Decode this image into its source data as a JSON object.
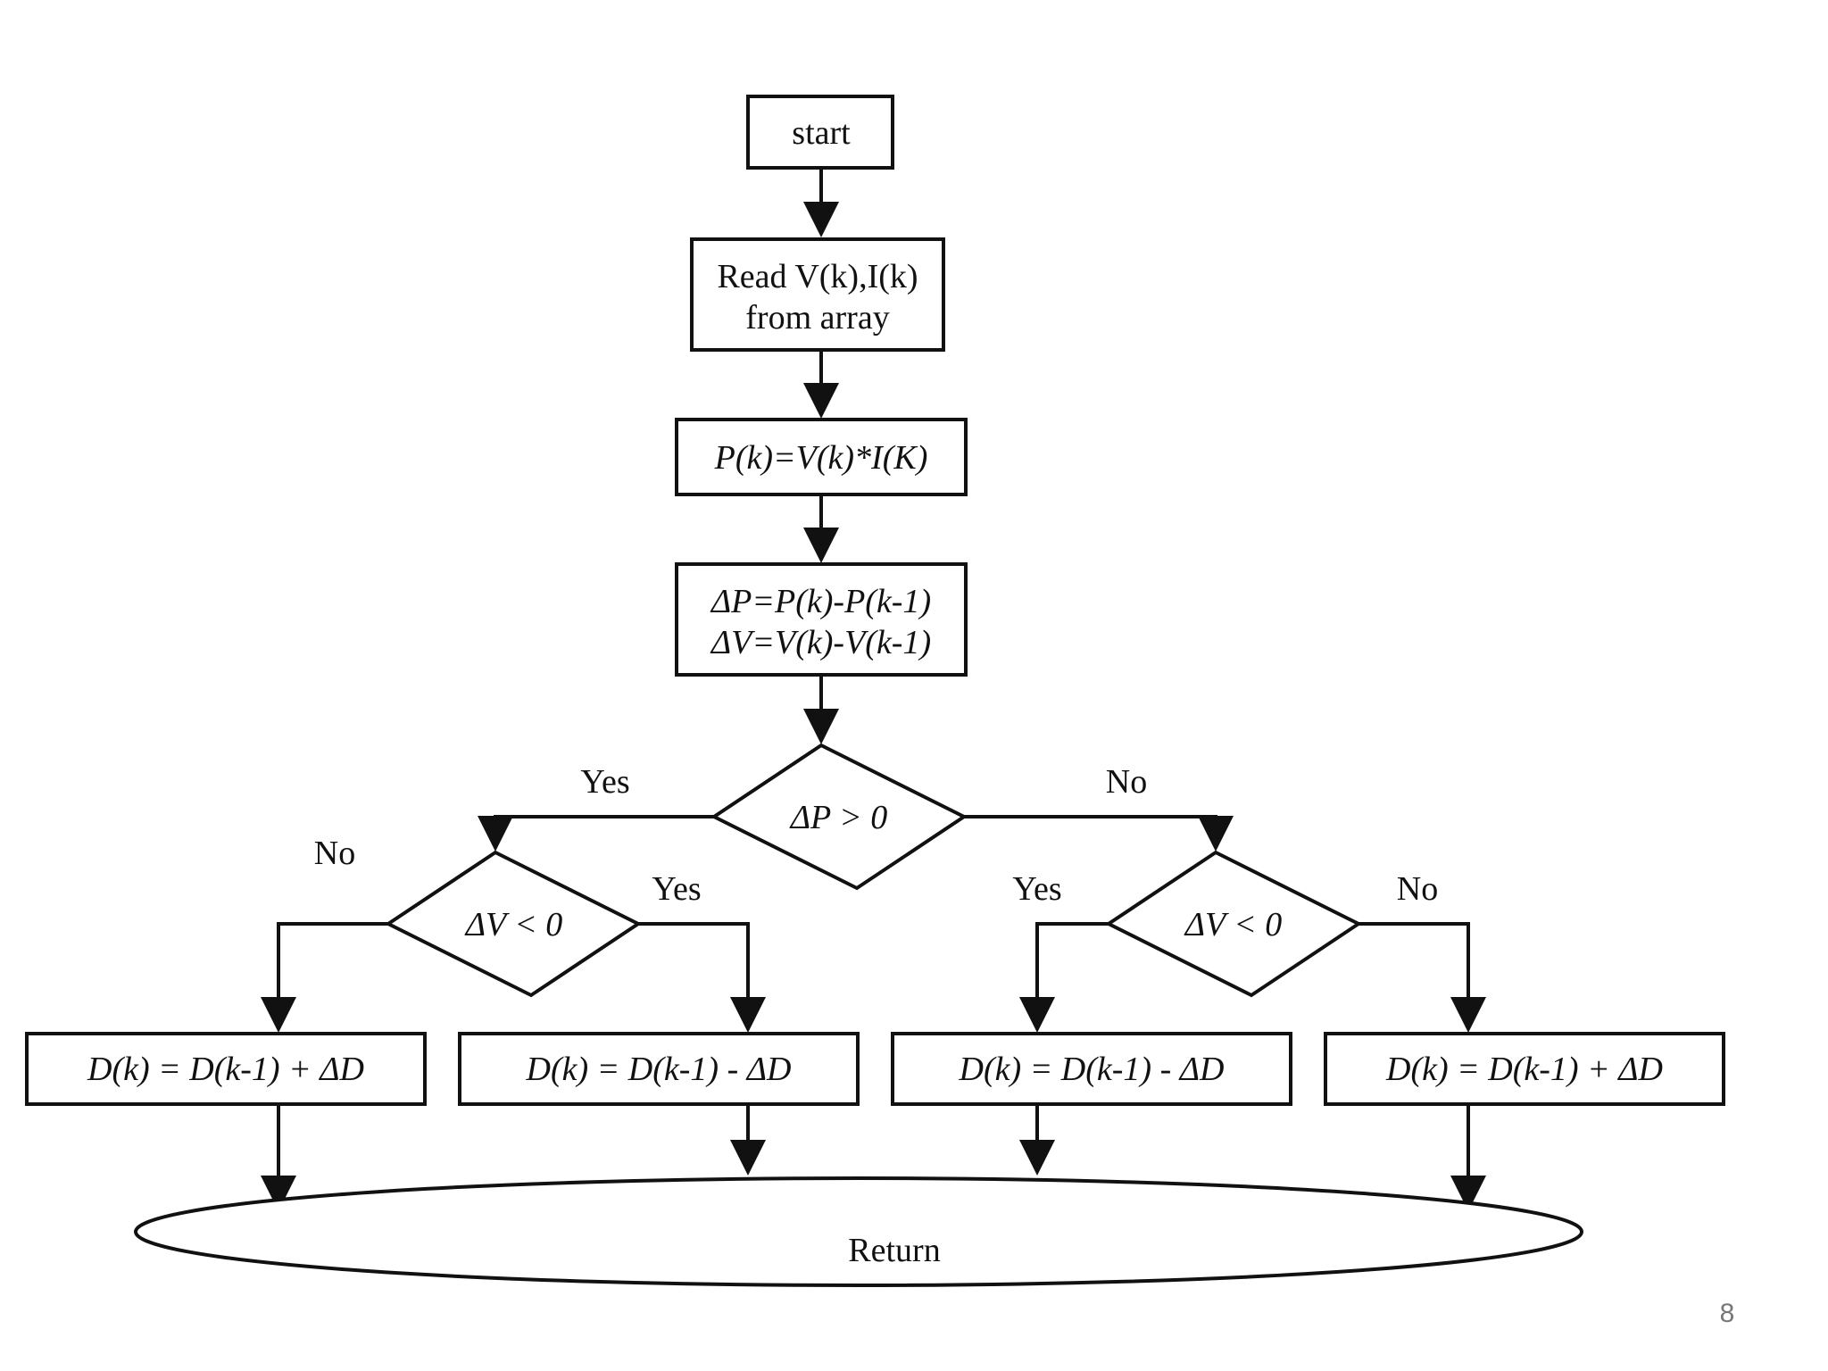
{
  "diagram": {
    "nodes": [
      {
        "id": "start",
        "shape": "rect",
        "lines": [
          "start"
        ]
      },
      {
        "id": "read",
        "shape": "rect",
        "lines": [
          "Read V(k),I(k)",
          "from array"
        ]
      },
      {
        "id": "power",
        "shape": "rect",
        "lines": [
          "P(k)=V(k)*I(K)"
        ]
      },
      {
        "id": "delta",
        "shape": "rect",
        "lines": [
          "ΔP=P(k)-P(k-1)",
          "ΔV=V(k)-V(k-1)"
        ]
      },
      {
        "id": "dp",
        "shape": "diamond",
        "lines": [
          "ΔP > 0"
        ]
      },
      {
        "id": "dv_left",
        "shape": "diamond",
        "lines": [
          "ΔV < 0"
        ]
      },
      {
        "id": "dv_right",
        "shape": "diamond",
        "lines": [
          "ΔV < 0"
        ]
      },
      {
        "id": "d1",
        "shape": "rect",
        "lines": [
          "D(k) = D(k-1) + ΔD"
        ]
      },
      {
        "id": "d2",
        "shape": "rect",
        "lines": [
          "D(k) = D(k-1) - ΔD"
        ]
      },
      {
        "id": "d3",
        "shape": "rect",
        "lines": [
          "D(k) = D(k-1) - ΔD"
        ]
      },
      {
        "id": "d4",
        "shape": "rect",
        "lines": [
          "D(k) = D(k-1) + ΔD"
        ]
      },
      {
        "id": "return",
        "shape": "ellipse",
        "lines": [
          "Return"
        ]
      }
    ],
    "edges": [
      {
        "from": "start",
        "to": "read",
        "label": ""
      },
      {
        "from": "read",
        "to": "power",
        "label": ""
      },
      {
        "from": "power",
        "to": "delta",
        "label": ""
      },
      {
        "from": "delta",
        "to": "dp",
        "label": ""
      },
      {
        "from": "dp",
        "to": "dv_left",
        "label": "Yes"
      },
      {
        "from": "dp",
        "to": "dv_right",
        "label": "No"
      },
      {
        "from": "dv_left",
        "to": "d1",
        "label": "No"
      },
      {
        "from": "dv_left",
        "to": "d2",
        "label": "Yes"
      },
      {
        "from": "dv_right",
        "to": "d3",
        "label": "Yes"
      },
      {
        "from": "dv_right",
        "to": "d4",
        "label": "No"
      },
      {
        "from": "d1",
        "to": "return",
        "label": ""
      },
      {
        "from": "d2",
        "to": "return",
        "label": ""
      },
      {
        "from": "d3",
        "to": "return",
        "label": ""
      },
      {
        "from": "d4",
        "to": "return",
        "label": ""
      }
    ]
  },
  "page_number": "8"
}
